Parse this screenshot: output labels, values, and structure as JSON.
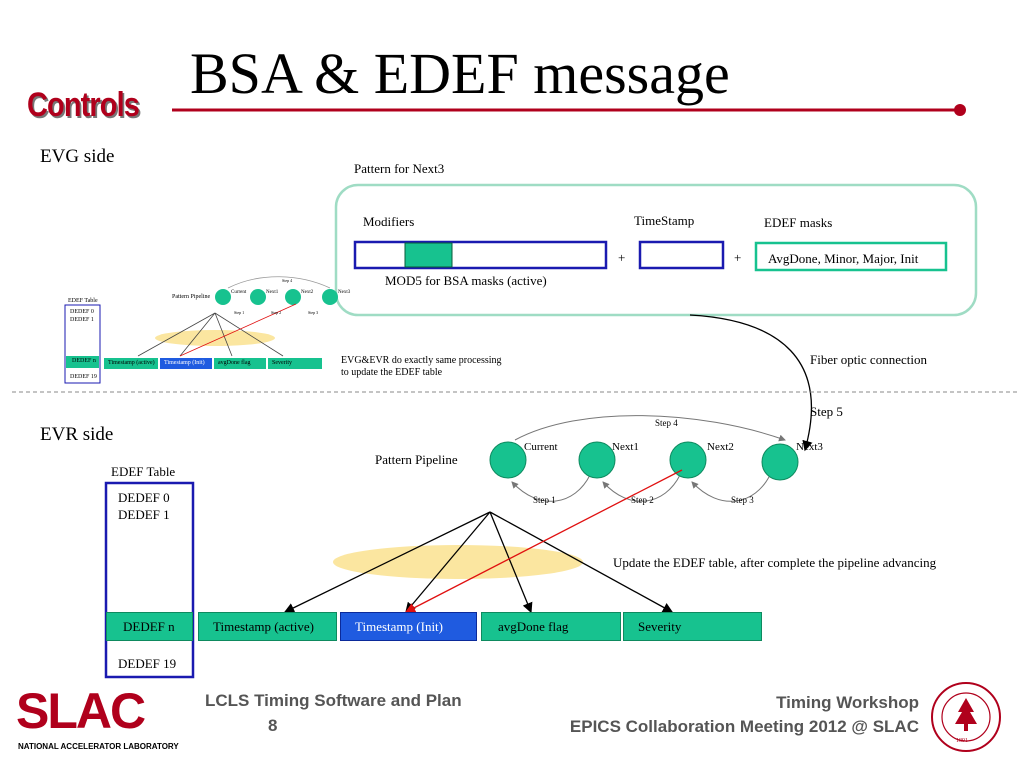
{
  "header": {
    "title": "BSA & EDEF message",
    "brand": "Controls"
  },
  "evg": {
    "side_label": "EVG side",
    "pattern_title": "Pattern for Next3",
    "modifiers": "Modifiers",
    "timestamp": "TimeStamp",
    "edef_masks": "EDEF masks",
    "plus1": "+",
    "plus2": "+",
    "masks_value": "AvgDone, Minor, Major, Init",
    "mod5": "MOD5 for BSA masks (active)",
    "note_line1": "EVG&EVR do exactly same processing",
    "note_line2": "to update the EDEF table",
    "fiber": "Fiber optic connection",
    "step5": "Step 5",
    "mini": {
      "edef_table": "EDEF Table",
      "dedef0": "DEDEF 0",
      "dedef1": "DEDEF 1",
      "dedefn": "DEDEF n",
      "dedef19": "DEDEF 19",
      "pattern_pipeline": "Pattern Pipeline",
      "ts_active": "Timestamp (active)",
      "ts_init": "Timestamp (Init)",
      "avgdone": "avgDone flag",
      "severity": "Severity",
      "current": "Current",
      "next1": "Next1",
      "next2": "Next2",
      "next3": "Next3",
      "step1": "Step 1",
      "step2": "Step 2",
      "step3": "Step 3",
      "step4": "Step 4"
    }
  },
  "evr": {
    "side_label": "EVR side",
    "edef_table": "EDEF Table",
    "dedef0": "DEDEF 0",
    "dedef1": "DEDEF 1",
    "dedefn": "DEDEF n",
    "dedef19": "DEDEF 19",
    "pattern_pipeline": "Pattern Pipeline",
    "current": "Current",
    "next1": "Next1",
    "next2": "Next2",
    "next3": "Next3",
    "step1": "Step 1",
    "step2": "Step 2",
    "step3": "Step 3",
    "step4": "Step 4",
    "update_note": "Update the EDEF table, after complete the pipeline advancing",
    "ts_active": "Timestamp (active)",
    "ts_init": "Timestamp (Init)",
    "avgdone": "avgDone flag",
    "severity": "Severity"
  },
  "footer": {
    "slac_logo": "SLAC",
    "slac_sub": "NATIONAL ACCELERATOR LABORATORY",
    "left_line1": "LCLS Timing Software and Plan",
    "page_number": "8",
    "right_line1": "Timing Workshop",
    "right_line2": "EPICS Collaboration Meeting 2012 @ SLAC",
    "seal_year": "1891"
  },
  "colors": {
    "brand_red": "#b0001c",
    "green_box": "#17c28f",
    "blue_box": "#1f5be0",
    "outline_blue": "#1a1ab0",
    "panel_border": "#9fdcc4",
    "ellipse_yellow": "#fbe6a0"
  }
}
